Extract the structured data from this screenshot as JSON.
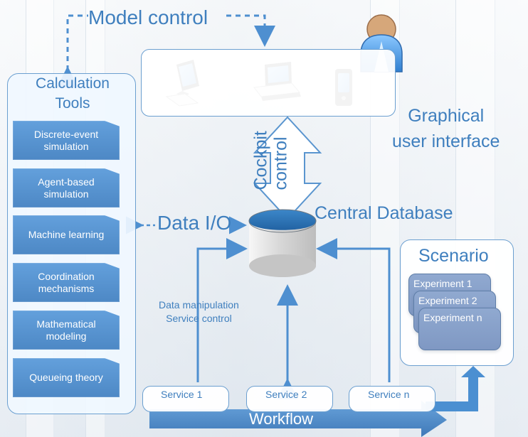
{
  "diagram": {
    "model_control": "Model control",
    "graphical_user_interface": "Graphical\nuser interface",
    "cockpit_control_line_1": "Cockpit",
    "cockpit_control_line_2": "control",
    "central_database": "Central Database",
    "data_io": "Data I/O",
    "data_manipulation_line_1": "Data manipulation",
    "data_manipulation_line_2": "Service control",
    "scenario": "Scenario",
    "workflow": "Workflow"
  },
  "calculation_tools": {
    "title_line_1": "Calculation",
    "title_line_2": "Tools",
    "items": [
      "Discrete-event\nsimulation",
      "Agent-based\nsimulation",
      "Machine learning",
      "Coordination\nmechanisms",
      "Mathematical\nmodeling",
      "Queueing theory"
    ]
  },
  "experiments": [
    "Experiment 1",
    "Experiment 2",
    "Experiment n"
  ],
  "services": [
    "Service 1",
    "Service 2",
    "Service n"
  ],
  "icons": {
    "user": "user-icon",
    "desktop": "desktop-computer-icon",
    "laptop": "laptop-icon",
    "mobile": "mobile-device-icon",
    "database": "database-icon"
  }
}
